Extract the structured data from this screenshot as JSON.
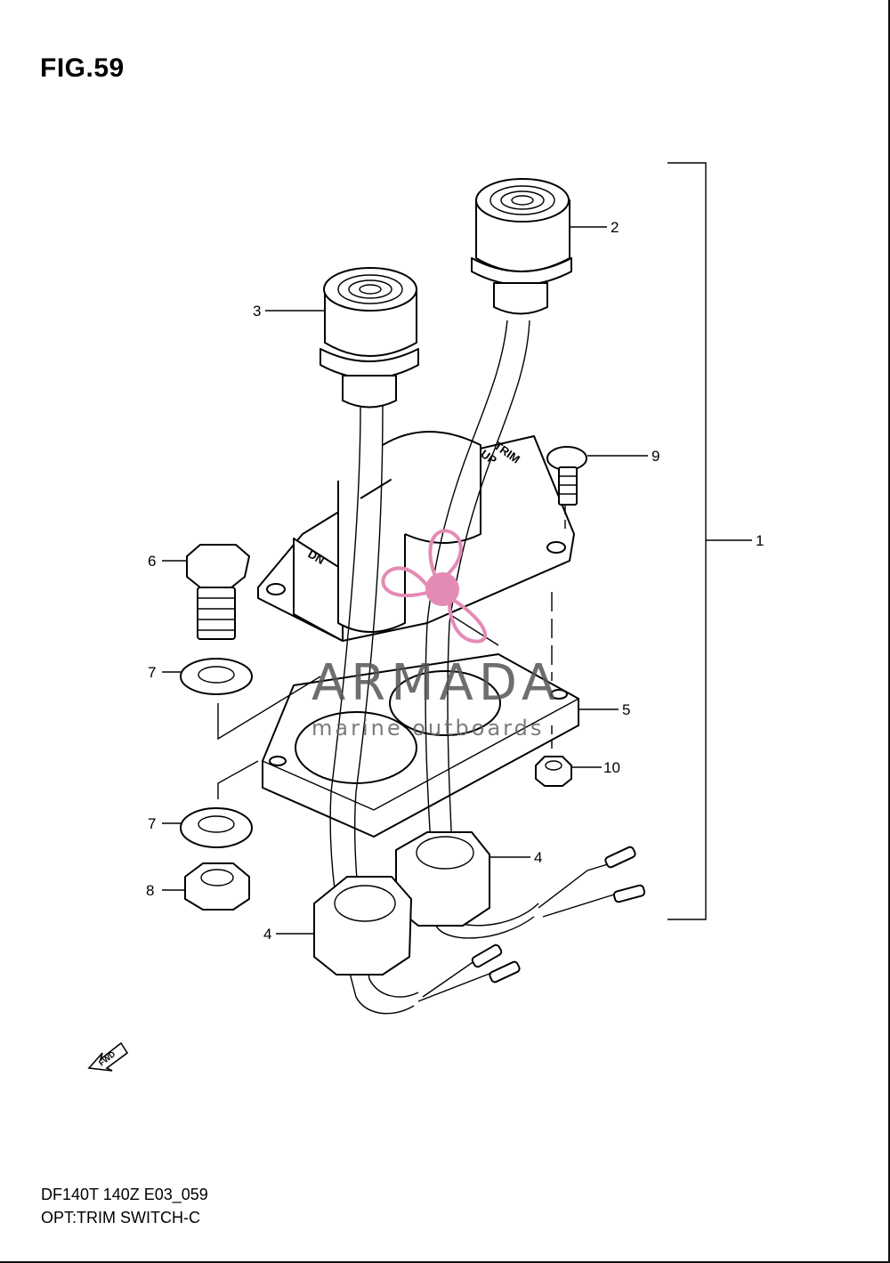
{
  "figure": {
    "title": "FIG.59",
    "model_code": "DF140T 140Z E03_059",
    "subtitle": "OPT:TRIM SWITCH-C"
  },
  "watermark": {
    "brand": "ARMADA",
    "tagline": "marine outboards",
    "logo_color": "#e48bb5"
  },
  "switch_labels": {
    "up": "TRIM\nUP",
    "down": "DN"
  },
  "fwd_label": "FWD",
  "callouts": [
    {
      "id": "1",
      "text": "1"
    },
    {
      "id": "2",
      "text": "2"
    },
    {
      "id": "3",
      "text": "3"
    },
    {
      "id": "4a",
      "text": "4"
    },
    {
      "id": "4b",
      "text": "4"
    },
    {
      "id": "5",
      "text": "5"
    },
    {
      "id": "6",
      "text": "6"
    },
    {
      "id": "7a",
      "text": "7"
    },
    {
      "id": "7b",
      "text": "7"
    },
    {
      "id": "8",
      "text": "8"
    },
    {
      "id": "9",
      "text": "9"
    },
    {
      "id": "10",
      "text": "10"
    }
  ]
}
